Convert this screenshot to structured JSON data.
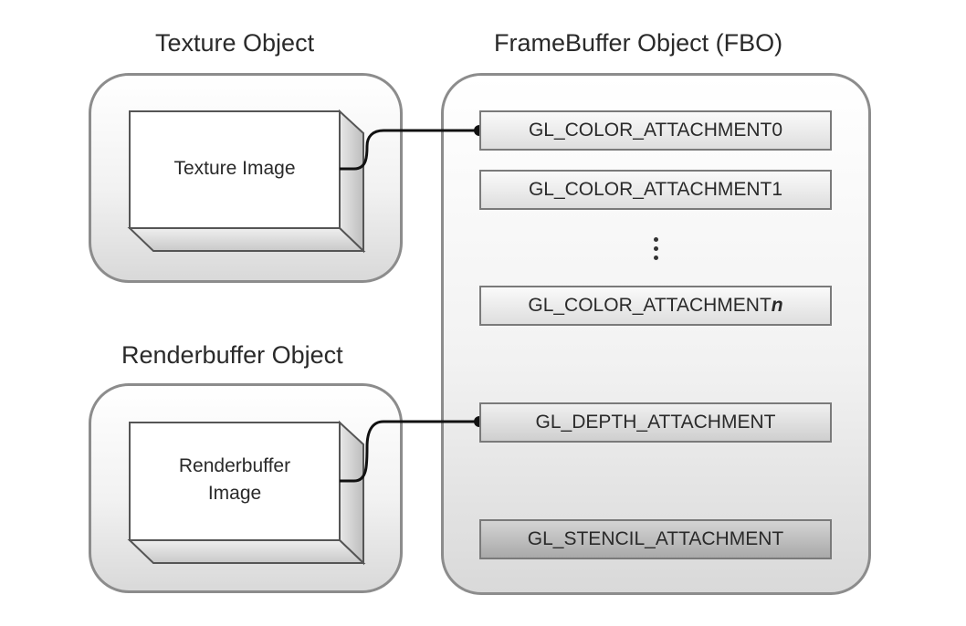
{
  "diagram": {
    "texture_object": {
      "title": "Texture Object",
      "image_label": "Texture Image"
    },
    "renderbuffer_object": {
      "title": "Renderbuffer Object",
      "image_label_line1": "Renderbuffer",
      "image_label_line2": "Image"
    },
    "fbo": {
      "title": "FrameBuffer Object (FBO)",
      "attachments": {
        "color0": "GL_COLOR_ATTACHMENT0",
        "color1": "GL_COLOR_ATTACHMENT1",
        "colorn_prefix": "GL_COLOR_ATTACHMENT",
        "colorn_suffix": "n",
        "depth": "GL_DEPTH_ATTACHMENT",
        "stencil": "GL_STENCIL_ATTACHMENT"
      }
    },
    "connections": [
      {
        "from": "Texture Image",
        "to": "GL_COLOR_ATTACHMENT0"
      },
      {
        "from": "Renderbuffer Image",
        "to": "GL_DEPTH_ATTACHMENT"
      }
    ]
  }
}
